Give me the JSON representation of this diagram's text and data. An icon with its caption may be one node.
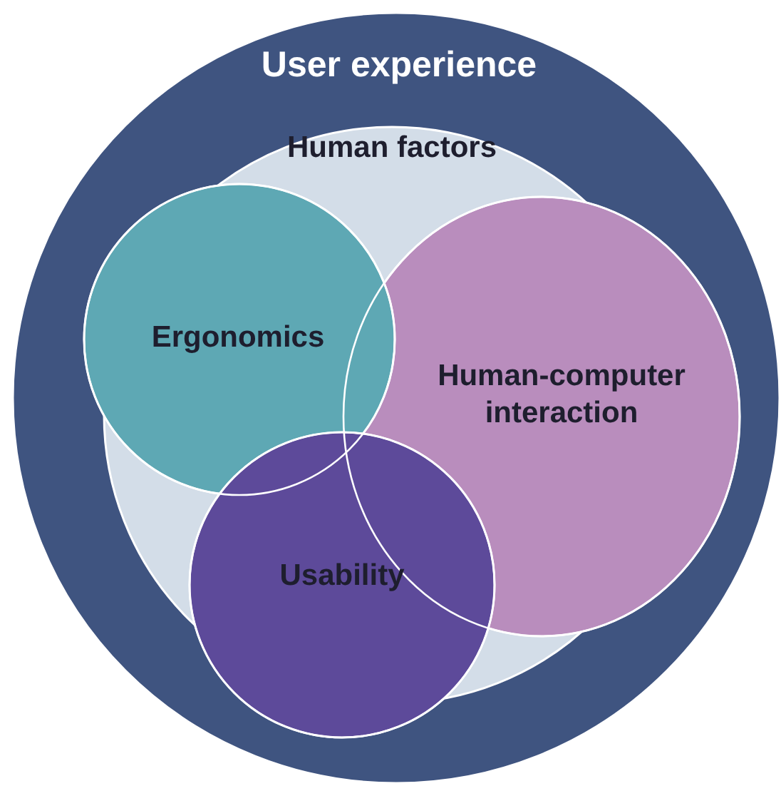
{
  "diagram": {
    "nodes": [
      {
        "text": [
          "User experience"
        ]
      },
      {
        "text": [
          "Human factors"
        ],
        "in": 0
      },
      {
        "text": [
          "Ergonomics"
        ],
        "in": 0
      },
      {
        "text": [
          "Human-computer interaction"
        ],
        "in": 0
      },
      {
        "text": [
          "Usability"
        ],
        "in": 0
      }
    ]
  }
}
